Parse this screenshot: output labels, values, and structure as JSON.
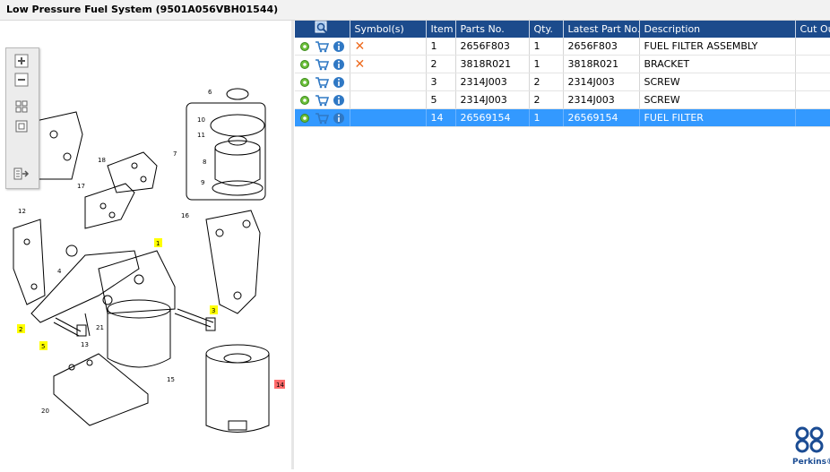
{
  "window": {
    "title": "Low Pressure Fuel System (9501A056VBH01544)"
  },
  "zoom_toolbar": {
    "buttons": [
      "zoom-in",
      "zoom-out",
      "fit-page",
      "fit-width",
      "export"
    ]
  },
  "colors": {
    "header_bg": "#1c4b8c",
    "selected_row": "#3399ff",
    "callout_yellow": "#ffff00",
    "callout_red": "#ff6b6b",
    "gear_green": "#4caf50",
    "info_blue": "#2f78c4",
    "cart_blue": "#2f78c4",
    "remove_orange": "#ee6a1d",
    "brand_blue": "#1b4c93"
  },
  "diagram": {
    "callouts": [
      {
        "id": "c1",
        "label": "1",
        "highlight": "yellow"
      },
      {
        "id": "c2",
        "label": "2",
        "highlight": "yellow"
      },
      {
        "id": "c3",
        "label": "3",
        "highlight": "yellow"
      },
      {
        "id": "c4",
        "label": "4",
        "highlight": "none"
      },
      {
        "id": "c5",
        "label": "5",
        "highlight": "yellow"
      },
      {
        "id": "c6",
        "label": "6",
        "highlight": "none"
      },
      {
        "id": "c7",
        "label": "7",
        "highlight": "none"
      },
      {
        "id": "c8",
        "label": "8",
        "highlight": "none"
      },
      {
        "id": "c9",
        "label": "9",
        "highlight": "none"
      },
      {
        "id": "c10",
        "label": "10",
        "highlight": "none"
      },
      {
        "id": "c11",
        "label": "11",
        "highlight": "none"
      },
      {
        "id": "c12",
        "label": "12",
        "highlight": "none"
      },
      {
        "id": "c13",
        "label": "13",
        "highlight": "none"
      },
      {
        "id": "c14",
        "label": "14",
        "highlight": "red"
      },
      {
        "id": "c15",
        "label": "15",
        "highlight": "none"
      },
      {
        "id": "c16",
        "label": "16",
        "highlight": "none"
      },
      {
        "id": "c17",
        "label": "17",
        "highlight": "none"
      },
      {
        "id": "c18",
        "label": "18",
        "highlight": "none"
      },
      {
        "id": "c20",
        "label": "20",
        "highlight": "none"
      },
      {
        "id": "c21",
        "label": "21",
        "highlight": "none"
      }
    ]
  },
  "table": {
    "columns": [
      "",
      "Symbol(s)",
      "Item",
      "Parts No.",
      "Qty.",
      "Latest Part No.",
      "Description",
      "Cut Ou"
    ],
    "header_icon": "magnify-icon",
    "rows": [
      {
        "symbol": "remove",
        "item": "1",
        "part_no": "2656F803",
        "qty": "1",
        "latest_part_no": "2656F803",
        "description": "FUEL FILTER ASSEMBLY",
        "cut_out": "",
        "selected": false
      },
      {
        "symbol": "remove",
        "item": "2",
        "part_no": "3818R021",
        "qty": "1",
        "latest_part_no": "3818R021",
        "description": "BRACKET",
        "cut_out": "",
        "selected": false
      },
      {
        "symbol": "",
        "item": "3",
        "part_no": "2314J003",
        "qty": "2",
        "latest_part_no": "2314J003",
        "description": "SCREW",
        "cut_out": "",
        "selected": false
      },
      {
        "symbol": "",
        "item": "5",
        "part_no": "2314J003",
        "qty": "2",
        "latest_part_no": "2314J003",
        "description": "SCREW",
        "cut_out": "",
        "selected": false
      },
      {
        "symbol": "",
        "item": "14",
        "part_no": "26569154",
        "qty": "1",
        "latest_part_no": "26569154",
        "description": "FUEL FILTER",
        "cut_out": "",
        "selected": true
      }
    ]
  },
  "brand": {
    "name": "Perkins®"
  }
}
